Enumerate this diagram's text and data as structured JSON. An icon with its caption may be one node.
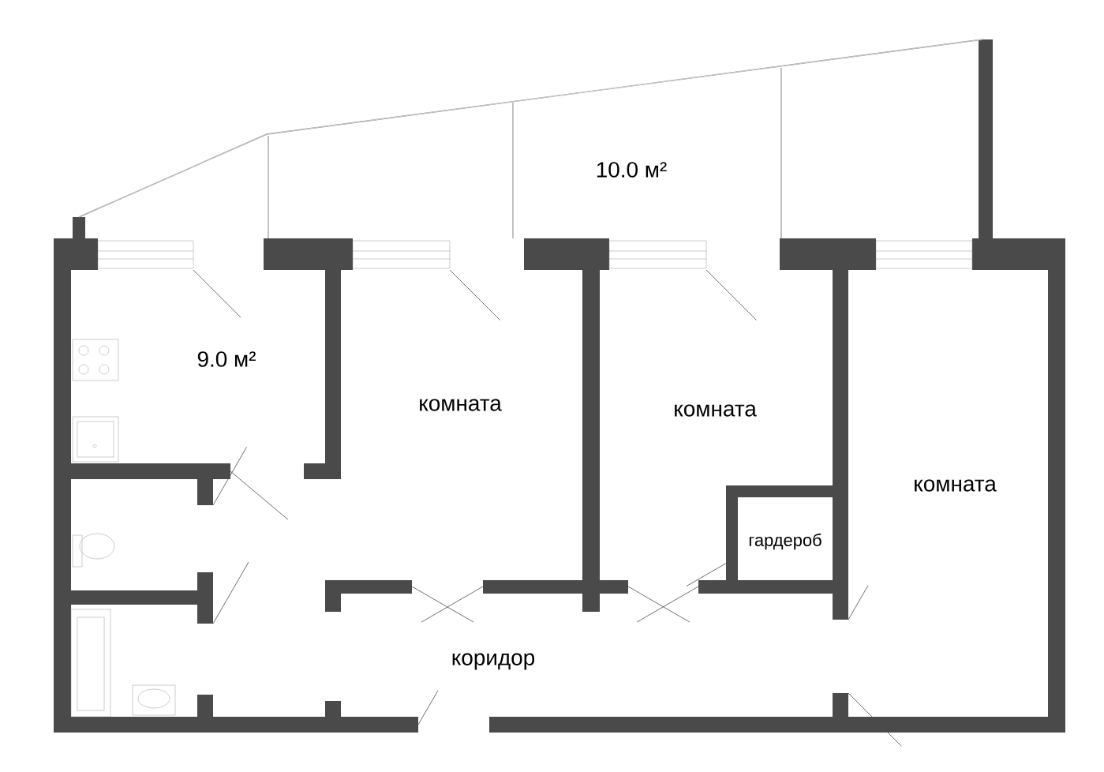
{
  "diagram": {
    "nodes": [
      {
        "text": [
          "10.0 м²"
        ]
      },
      {
        "text": [
          "9.0 м²"
        ]
      },
      {
        "text": [
          "комната"
        ]
      },
      {
        "text": [
          "комната"
        ]
      },
      {
        "text": [
          "гардероб"
        ]
      },
      {
        "text": [
          "комната"
        ]
      },
      {
        "text": [
          "коридор"
        ]
      }
    ]
  }
}
